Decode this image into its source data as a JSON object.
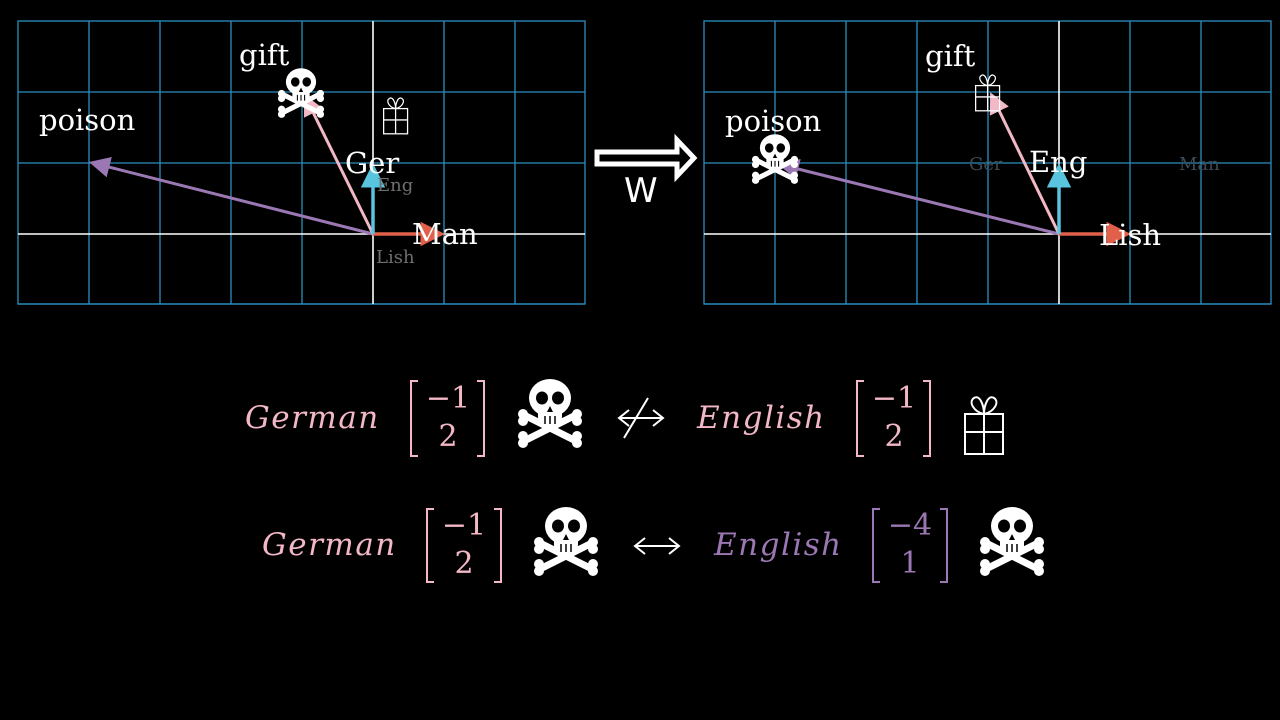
{
  "colors": {
    "background": "#000000",
    "grid": "#2a8fbf",
    "axis": "#ffffff",
    "german": "#f2b8c6",
    "english_purple": "#9b78b4",
    "poison_vector": "#9b78b4",
    "gift_vector": "#f2b8c6",
    "man_vector": "#e0604a",
    "eng_vector": "#58c4dd"
  },
  "left_panel": {
    "labels": {
      "gift": "gift",
      "poison": "poison",
      "ger": "Ger",
      "eng": "Eng",
      "man": "Man",
      "lish": "Lish"
    }
  },
  "transform": {
    "label": "W"
  },
  "right_panel": {
    "labels": {
      "gift": "gift",
      "poison": "poison",
      "eng": "Eng",
      "ger": "Ger",
      "man": "Man",
      "lish": "Lish"
    }
  },
  "equations": [
    {
      "left_word": "German",
      "left_vector": [
        "−1",
        "2"
      ],
      "left_icon": "skull-crossbones-icon",
      "relation": "not-iff-arrow",
      "right_word": "English",
      "right_vector": [
        "−1",
        "2"
      ],
      "right_icon": "gift-icon"
    },
    {
      "left_word": "German",
      "left_vector": [
        "−1",
        "2"
      ],
      "left_icon": "skull-crossbones-icon",
      "relation": "iff-arrow",
      "right_word": "English",
      "right_vector": [
        "−4",
        "1"
      ],
      "right_icon": "skull-crossbones-icon"
    }
  ]
}
